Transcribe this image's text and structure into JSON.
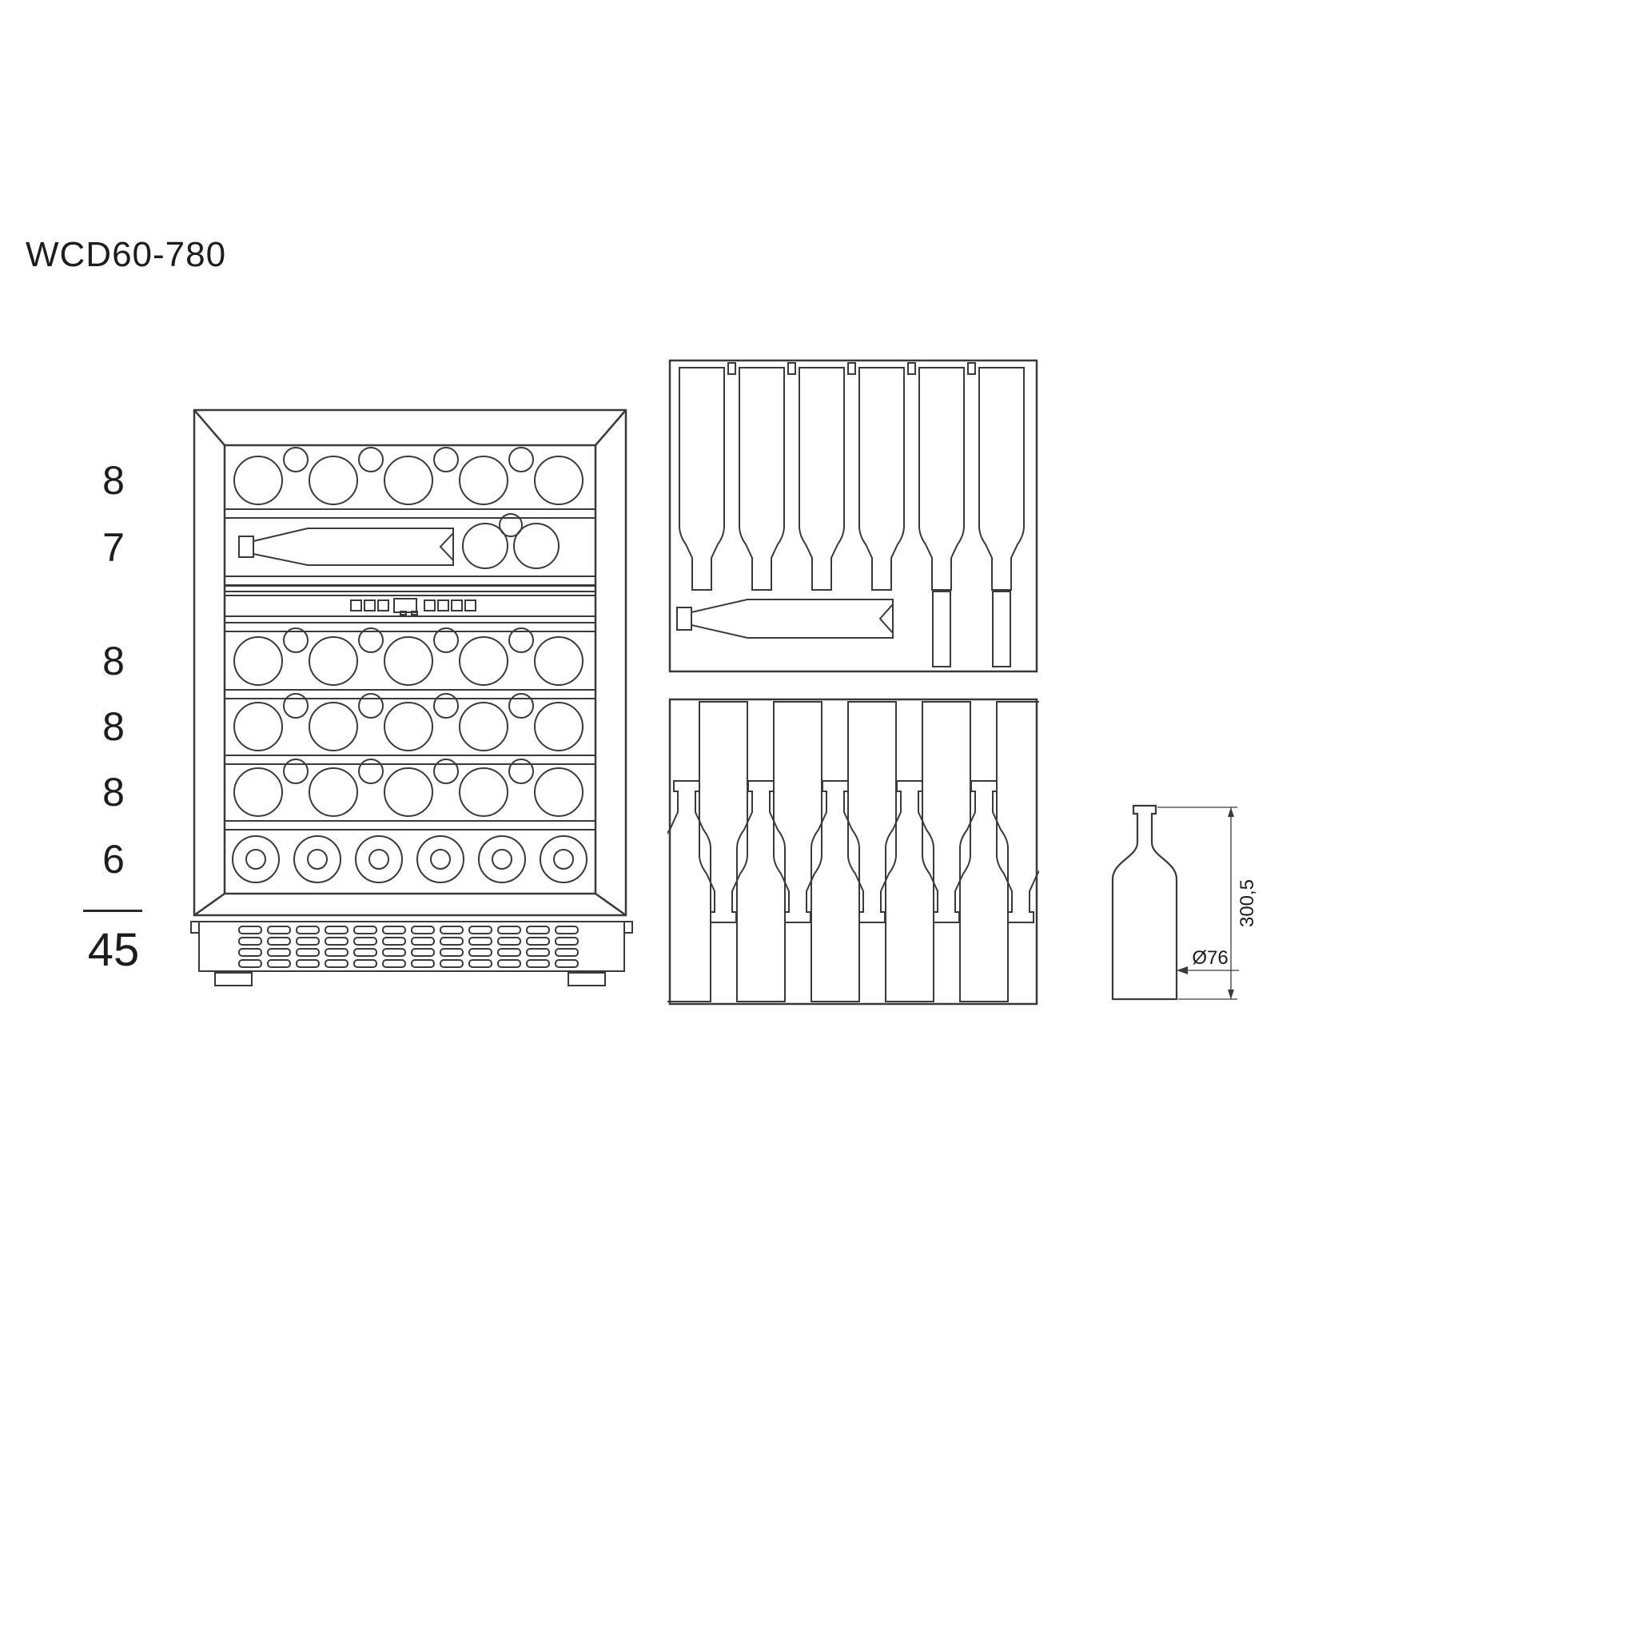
{
  "title": "WCD60-780",
  "capacities": {
    "rows": [
      "8",
      "7",
      "8",
      "8",
      "8",
      "6"
    ],
    "total": "45"
  },
  "bottle_dimensions": {
    "height": "300,5",
    "diameter": "Ø76"
  },
  "colors": {
    "background": "#ffffff",
    "line": "#3a3a3a",
    "text": "#1d1d1d"
  }
}
